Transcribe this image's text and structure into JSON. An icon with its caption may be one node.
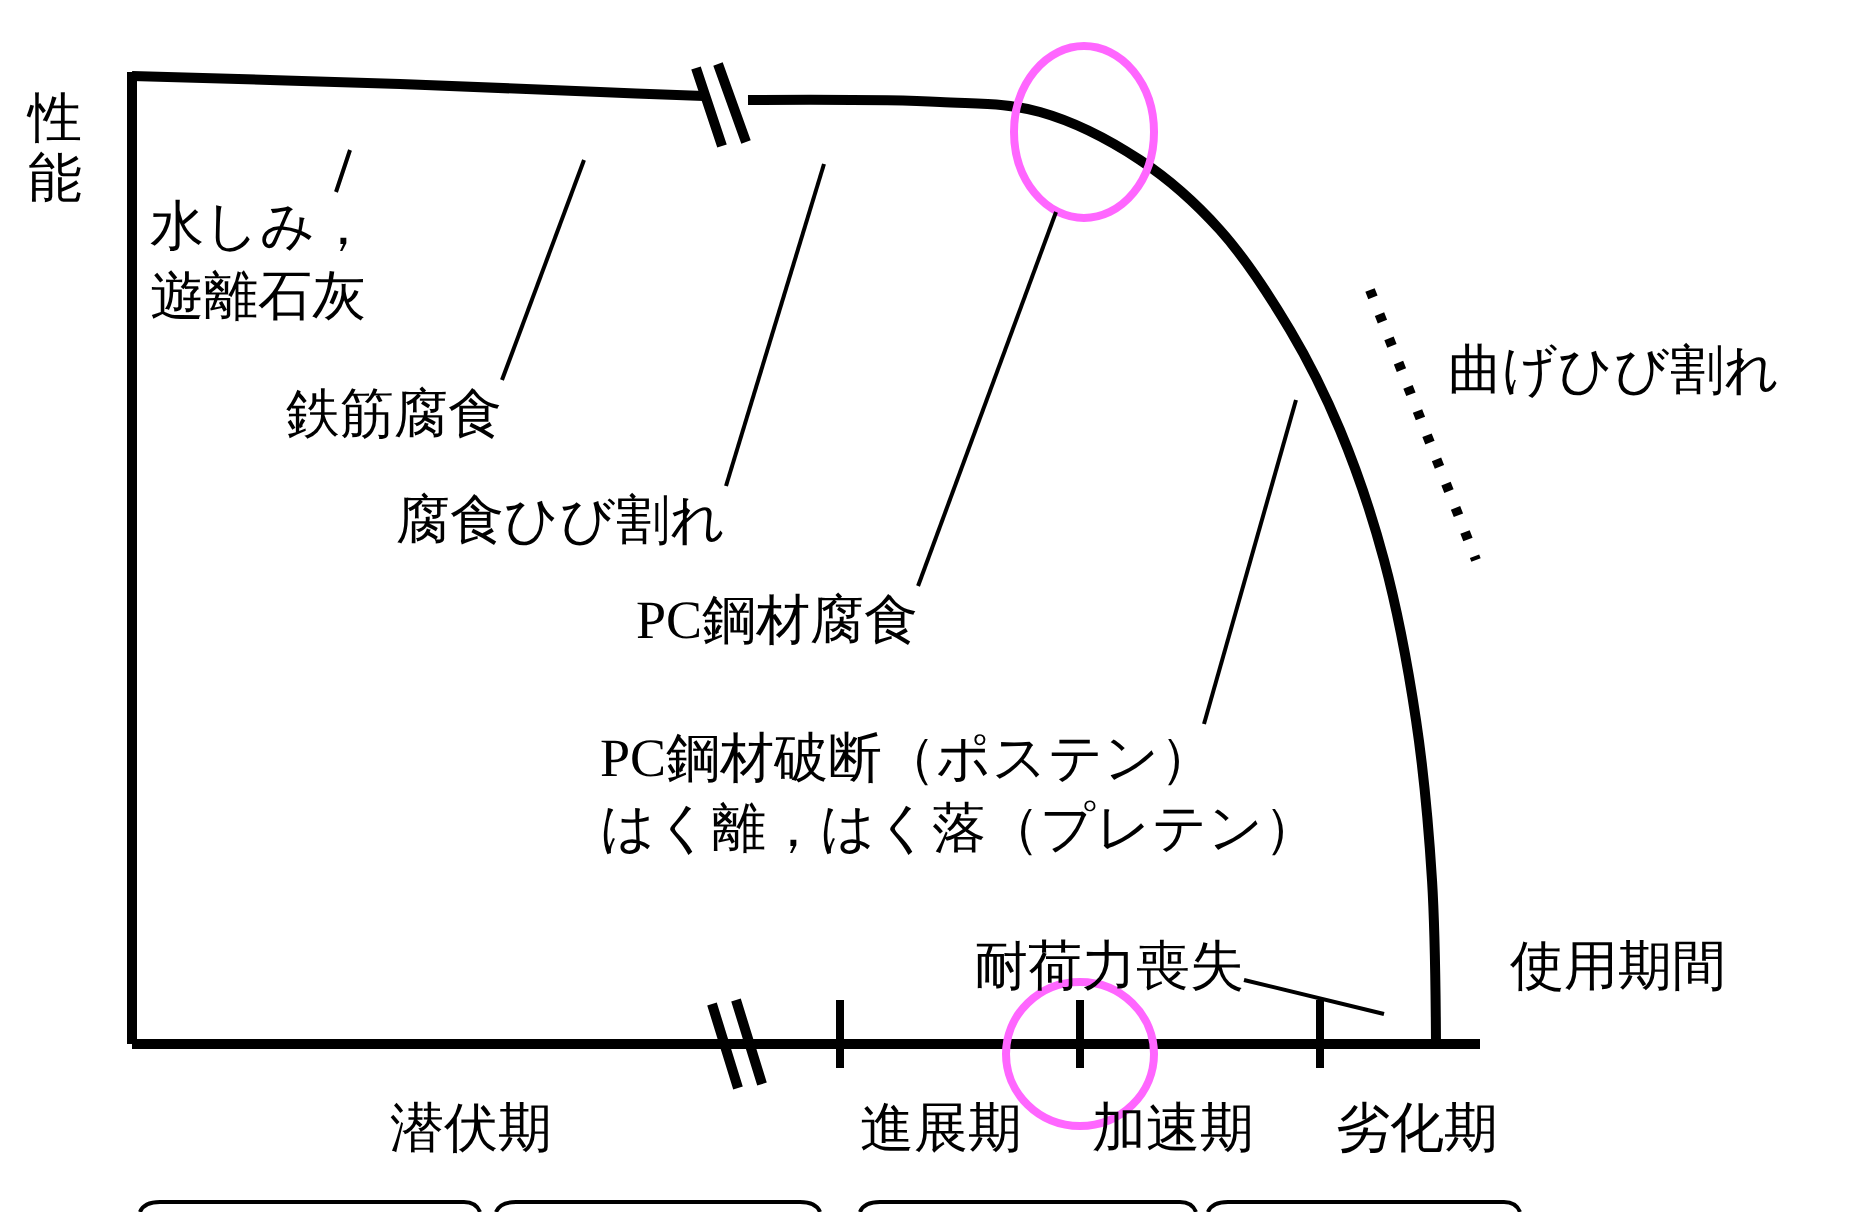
{
  "diagram": {
    "nodes": [
      {
        "text": [
          "水しみ，遊離石灰"
        ]
      },
      {
        "text": [
          "鉄筋腐食"
        ]
      },
      {
        "text": [
          "腐食ひび割れ"
        ]
      },
      {
        "text": [
          "PC鋼材腐食"
        ]
      },
      {
        "text": [
          "PC鋼材破断（ポステン）",
          "はく離，はく落（プレテン）"
        ]
      },
      {
        "text": [
          "耐荷力喪失"
        ]
      }
    ],
    "edges": [
      {
        "from": 0,
        "to": null,
        "arrow": "none"
      },
      {
        "from": 1,
        "to": null,
        "arrow": "none"
      },
      {
        "from": 2,
        "to": null,
        "arrow": "none"
      },
      {
        "from": 3,
        "to": null,
        "arrow": "none"
      },
      {
        "from": 4,
        "to": null,
        "arrow": "none"
      },
      {
        "from": 5,
        "to": null,
        "arrow": "none"
      }
    ],
    "labels": [
      "性能",
      "曲げひび割れ",
      "使用期間",
      "潜伏期",
      "進展期",
      "加速期",
      "劣化期"
    ]
  }
}
